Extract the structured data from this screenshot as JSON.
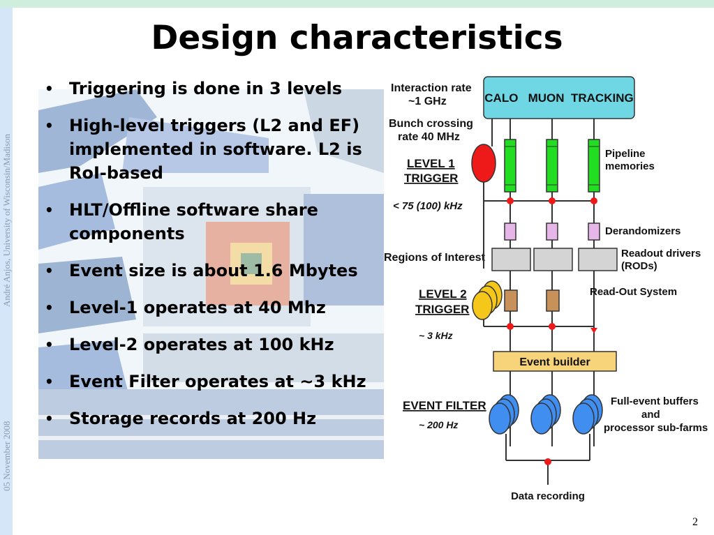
{
  "slide": {
    "title": "Design characteristics",
    "author_affiliation": "André Anjos, University of Wisconsin/Madison",
    "date": "05 November 2008",
    "page_number": "2"
  },
  "bullets": [
    "Triggering is done in 3 levels",
    "High-level triggers (L2 and EF) implemented in software. L2 is RoI-based",
    "HLT/Offline software share components",
    "Event size is about 1.6 Mbytes",
    "Level-1 operates at 40 Mhz",
    "Level-2 operates at 100 kHz",
    "Event Filter operates at ~3 kHz",
    "Storage records at 200 Hz"
  ],
  "diagram": {
    "interaction_rate": [
      "Interaction rate",
      "~1 GHz"
    ],
    "bunch_crossing": [
      "Bunch crossing",
      "rate 40 MHz"
    ],
    "detectors_label": "CALO   MUON  TRACKING",
    "level1": [
      "LEVEL 1",
      "TRIGGER"
    ],
    "level1_rate": "< 75 (100) kHz",
    "regions_of_interest": "Regions of Interest",
    "level2": [
      "LEVEL 2",
      "TRIGGER"
    ],
    "level2_rate": "~ 3 kHz",
    "event_filter": "EVENT FILTER",
    "event_filter_rate": "~ 200 Hz",
    "pipeline_memories": [
      "Pipeline",
      "memories"
    ],
    "derandomizers": "Derandomizers",
    "readout_drivers": [
      "Readout drivers",
      "(RODs)"
    ],
    "readout_system": "Read-Out System",
    "event_builder": "Event builder",
    "full_event_buffers": [
      "Full-event buffers",
      "and",
      "processor sub-farms"
    ],
    "data_recording": "Data recording",
    "colors": {
      "detector_box": "#6fd6e4",
      "pipeline": "#22dd22",
      "derandomizer": "#e6b6e9",
      "rod": "#d4d4d4",
      "l2_buffer": "#c8915a",
      "event_builder": "#f7d37a",
      "ef_farm": "#3f8ef0",
      "level1_trigger": "#ee1a1a",
      "level2_trigger": "#f5c71a"
    }
  }
}
